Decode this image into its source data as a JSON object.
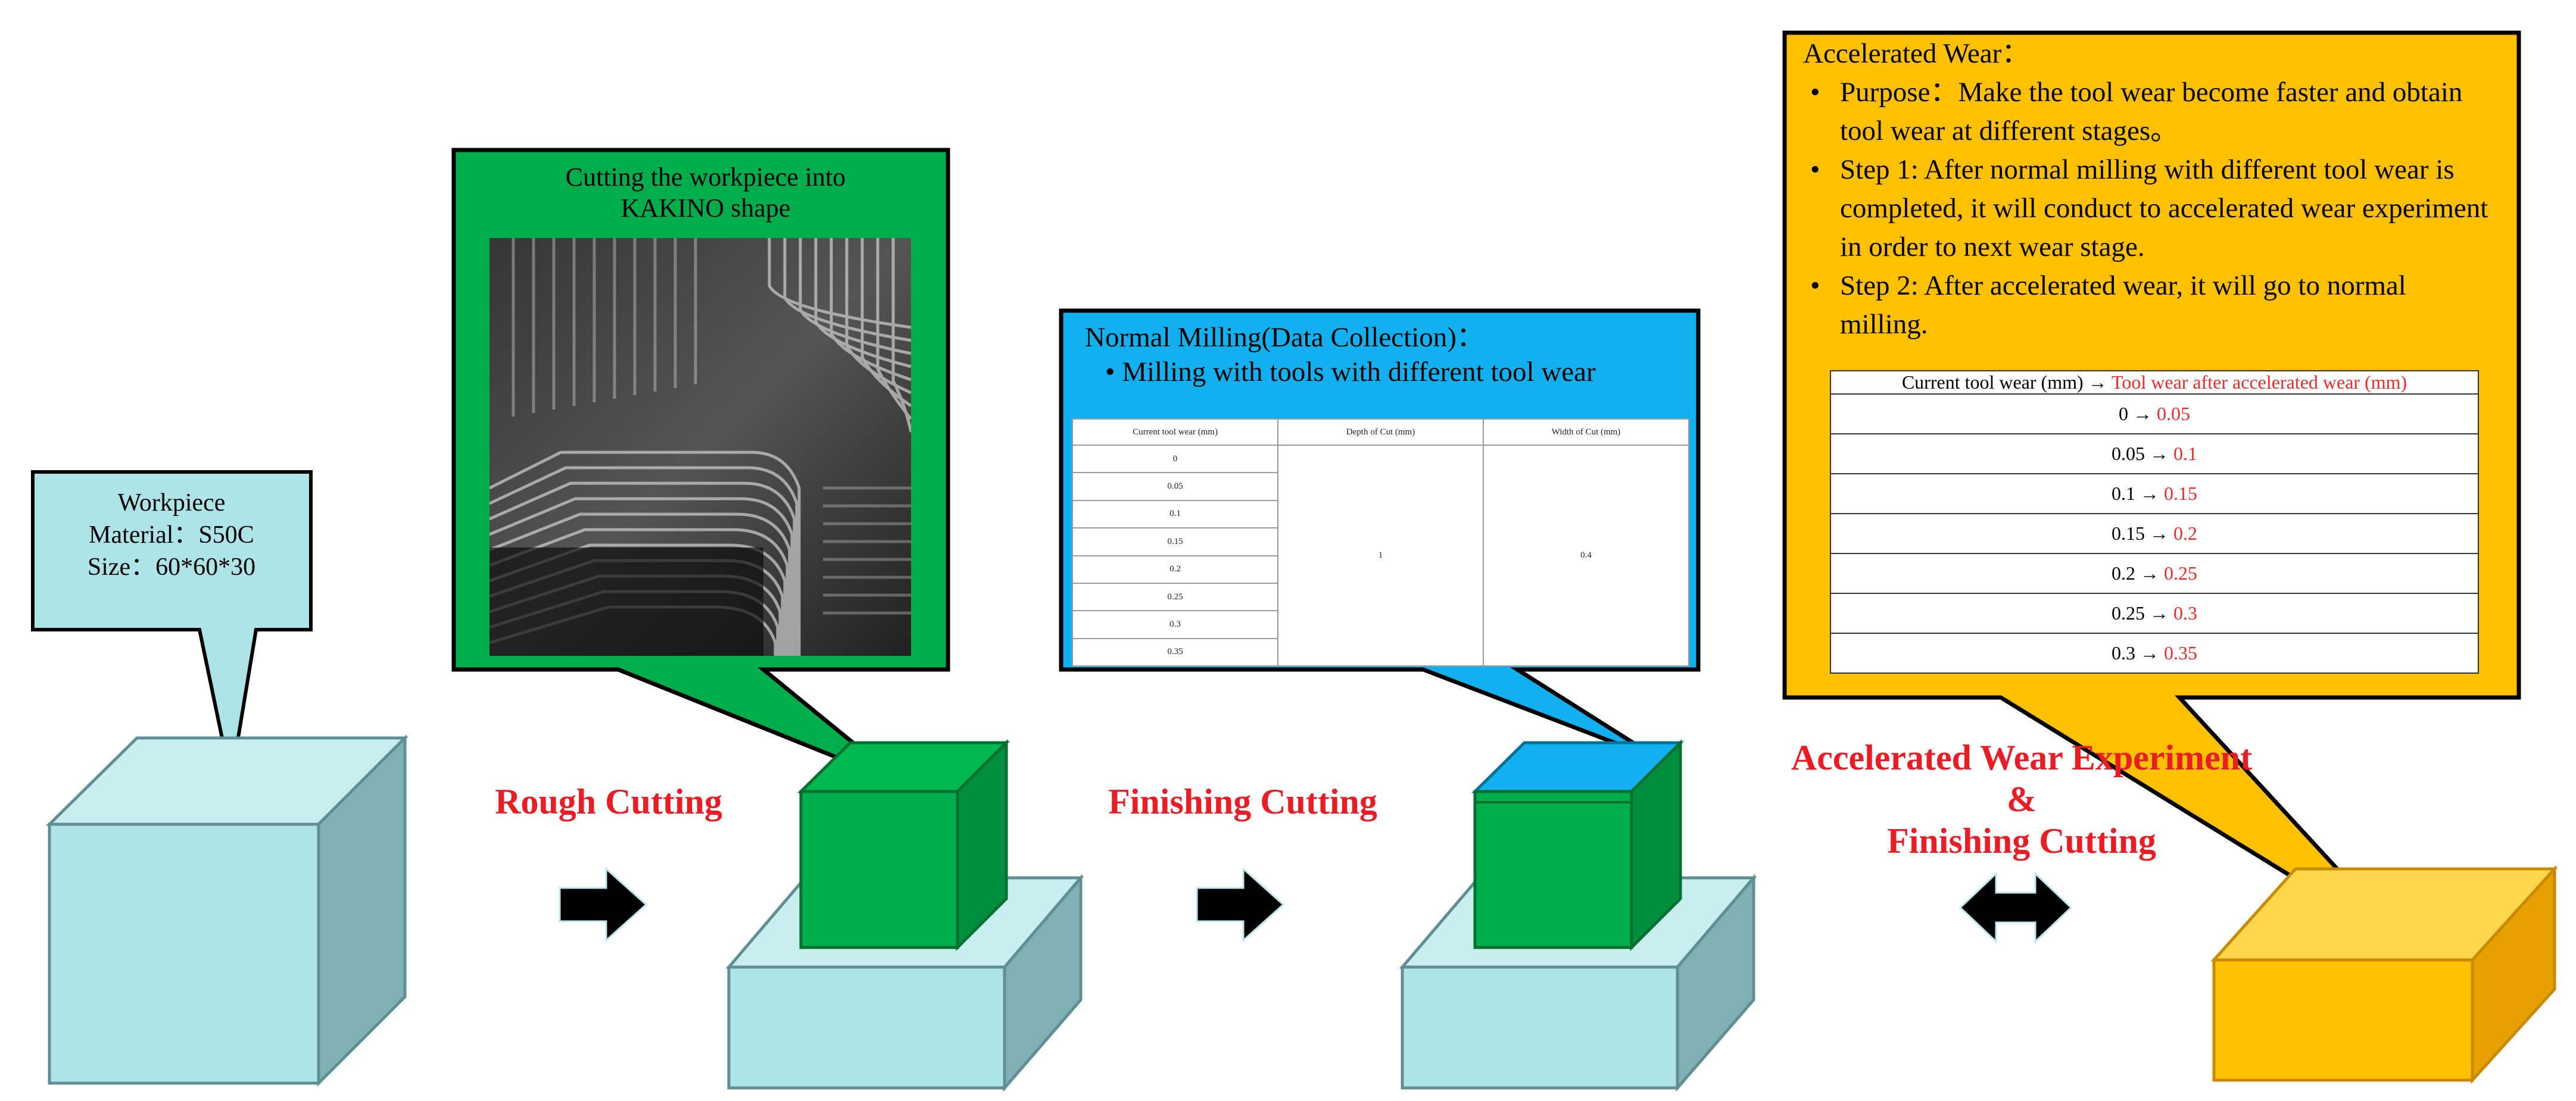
{
  "colors": {
    "workpiece": "#aee4e7",
    "rough_green": "#00ad4c",
    "normal_blue": "#11b1ef",
    "accel_orange": "#ffc000",
    "label_red": "#ec1c24"
  },
  "workpiece_callout": {
    "line1": "Workpiece",
    "line2": "Material：S50C",
    "line3": "Size：60*60*30"
  },
  "rough_callout": {
    "line1": "Cutting the workpiece into",
    "line2": "KAKINO shape"
  },
  "normal_callout": {
    "title": "Normal Milling(Data  Collection)：",
    "bullet": "•   Milling  with tools with different tool wear",
    "table": {
      "headers": [
        "Current tool wear (mm)",
        "Depth of Cut (mm)",
        "Width of Cut (mm)"
      ],
      "wear_values": [
        "0",
        "0.05",
        "0.1",
        "0.15",
        "0.2",
        "0.25",
        "0.3",
        "0.35"
      ],
      "depth": "1",
      "width": "0.4"
    }
  },
  "accel_callout": {
    "title": "Accelerated Wear：",
    "bullets": [
      "Purpose：Make the tool wear become faster and obtain tool wear at different stages。",
      "Step 1: After normal milling with different tool wear is completed, it will conduct to accelerated wear experiment in order to next wear stage.",
      "Step 2: After accelerated wear, it will go to normal milling."
    ],
    "table": {
      "header_current": "Current tool wear (mm) →",
      "header_after": "Tool wear after accelerated wear (mm)",
      "rows": [
        {
          "from": "0 →",
          "to": "0.05"
        },
        {
          "from": "0.05 →",
          "to": "0.1"
        },
        {
          "from": "0.1 →",
          "to": "0.15"
        },
        {
          "from": "0.15 →",
          "to": "0.2"
        },
        {
          "from": "0.2 →",
          "to": "0.25"
        },
        {
          "from": "0.25 →",
          "to": "0.3"
        },
        {
          "from": "0.3 →",
          "to": "0.35"
        }
      ]
    }
  },
  "steps": {
    "rough": "Rough Cutting",
    "finish": "Finishing Cutting",
    "accel_line1": "Accelerated Wear Experiment",
    "accel_line2": "&",
    "accel_line3": "Finishing Cutting"
  }
}
